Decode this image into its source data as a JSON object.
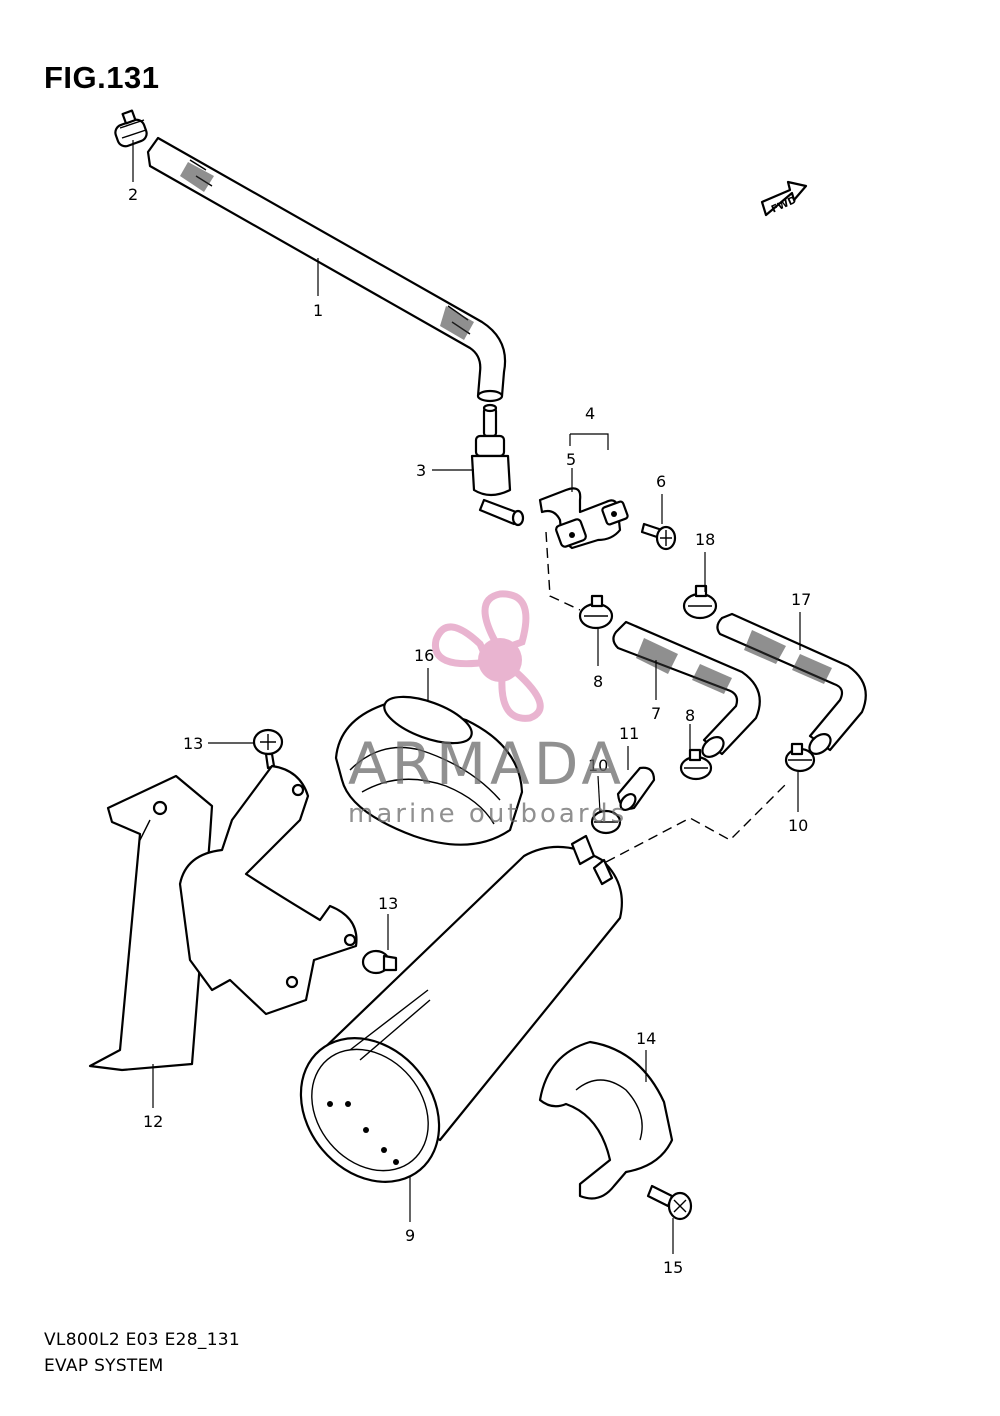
{
  "figure": {
    "title": "FIG.131",
    "model_code": "VL800L2 E03 E28_131",
    "system_name": "EVAP SYSTEM",
    "fwd_label": "FWD"
  },
  "watermark": {
    "brand": "ARMADA",
    "tagline": "marine outboards",
    "logo_color": "#e6a8c8"
  },
  "callouts": [
    {
      "id": "c2",
      "label": "2"
    },
    {
      "id": "c1",
      "label": "1"
    },
    {
      "id": "c4",
      "label": "4"
    },
    {
      "id": "c5",
      "label": "5"
    },
    {
      "id": "c3",
      "label": "3"
    },
    {
      "id": "c6",
      "label": "6"
    },
    {
      "id": "c18",
      "label": "18"
    },
    {
      "id": "c17",
      "label": "17"
    },
    {
      "id": "c16",
      "label": "16"
    },
    {
      "id": "c8a",
      "label": "8"
    },
    {
      "id": "c7",
      "label": "7"
    },
    {
      "id": "c13a",
      "label": "13"
    },
    {
      "id": "c11",
      "label": "11"
    },
    {
      "id": "c8b",
      "label": "8"
    },
    {
      "id": "c10a",
      "label": "10"
    },
    {
      "id": "c10b",
      "label": "10"
    },
    {
      "id": "c13b",
      "label": "13"
    },
    {
      "id": "c14",
      "label": "14"
    },
    {
      "id": "c12",
      "label": "12"
    },
    {
      "id": "c9",
      "label": "9"
    },
    {
      "id": "c15",
      "label": "15"
    }
  ]
}
